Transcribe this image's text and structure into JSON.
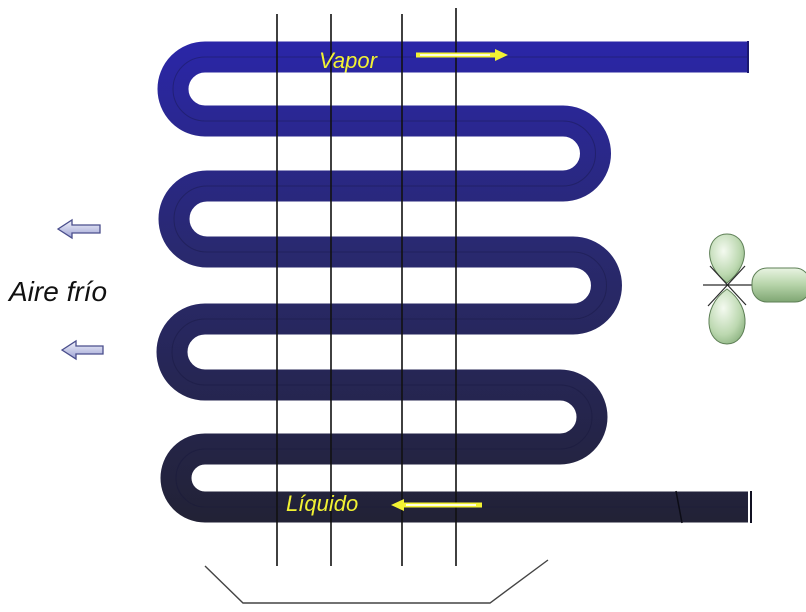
{
  "labels": {
    "vapor": "Vapor",
    "liquido": "Líquido",
    "aire_frio": "Aire frío"
  },
  "colors": {
    "coil_top": "#2a26a8",
    "coil_mid": "#29296e",
    "coil_bottom": "#222236",
    "label_yellow": "#f2f233",
    "arrow_highlight": "#ffffcc",
    "fin_line": "#111111",
    "air_arrow_fill": "#d4d6f0",
    "air_arrow_stroke": "#4a4e8c",
    "fan_green": "#9bbf8f",
    "tray_line": "#444444"
  },
  "icons": {
    "fan": "fan-icon",
    "air_arrow": "left-arrow-icon",
    "flow_arrow": "flow-arrow-icon"
  }
}
